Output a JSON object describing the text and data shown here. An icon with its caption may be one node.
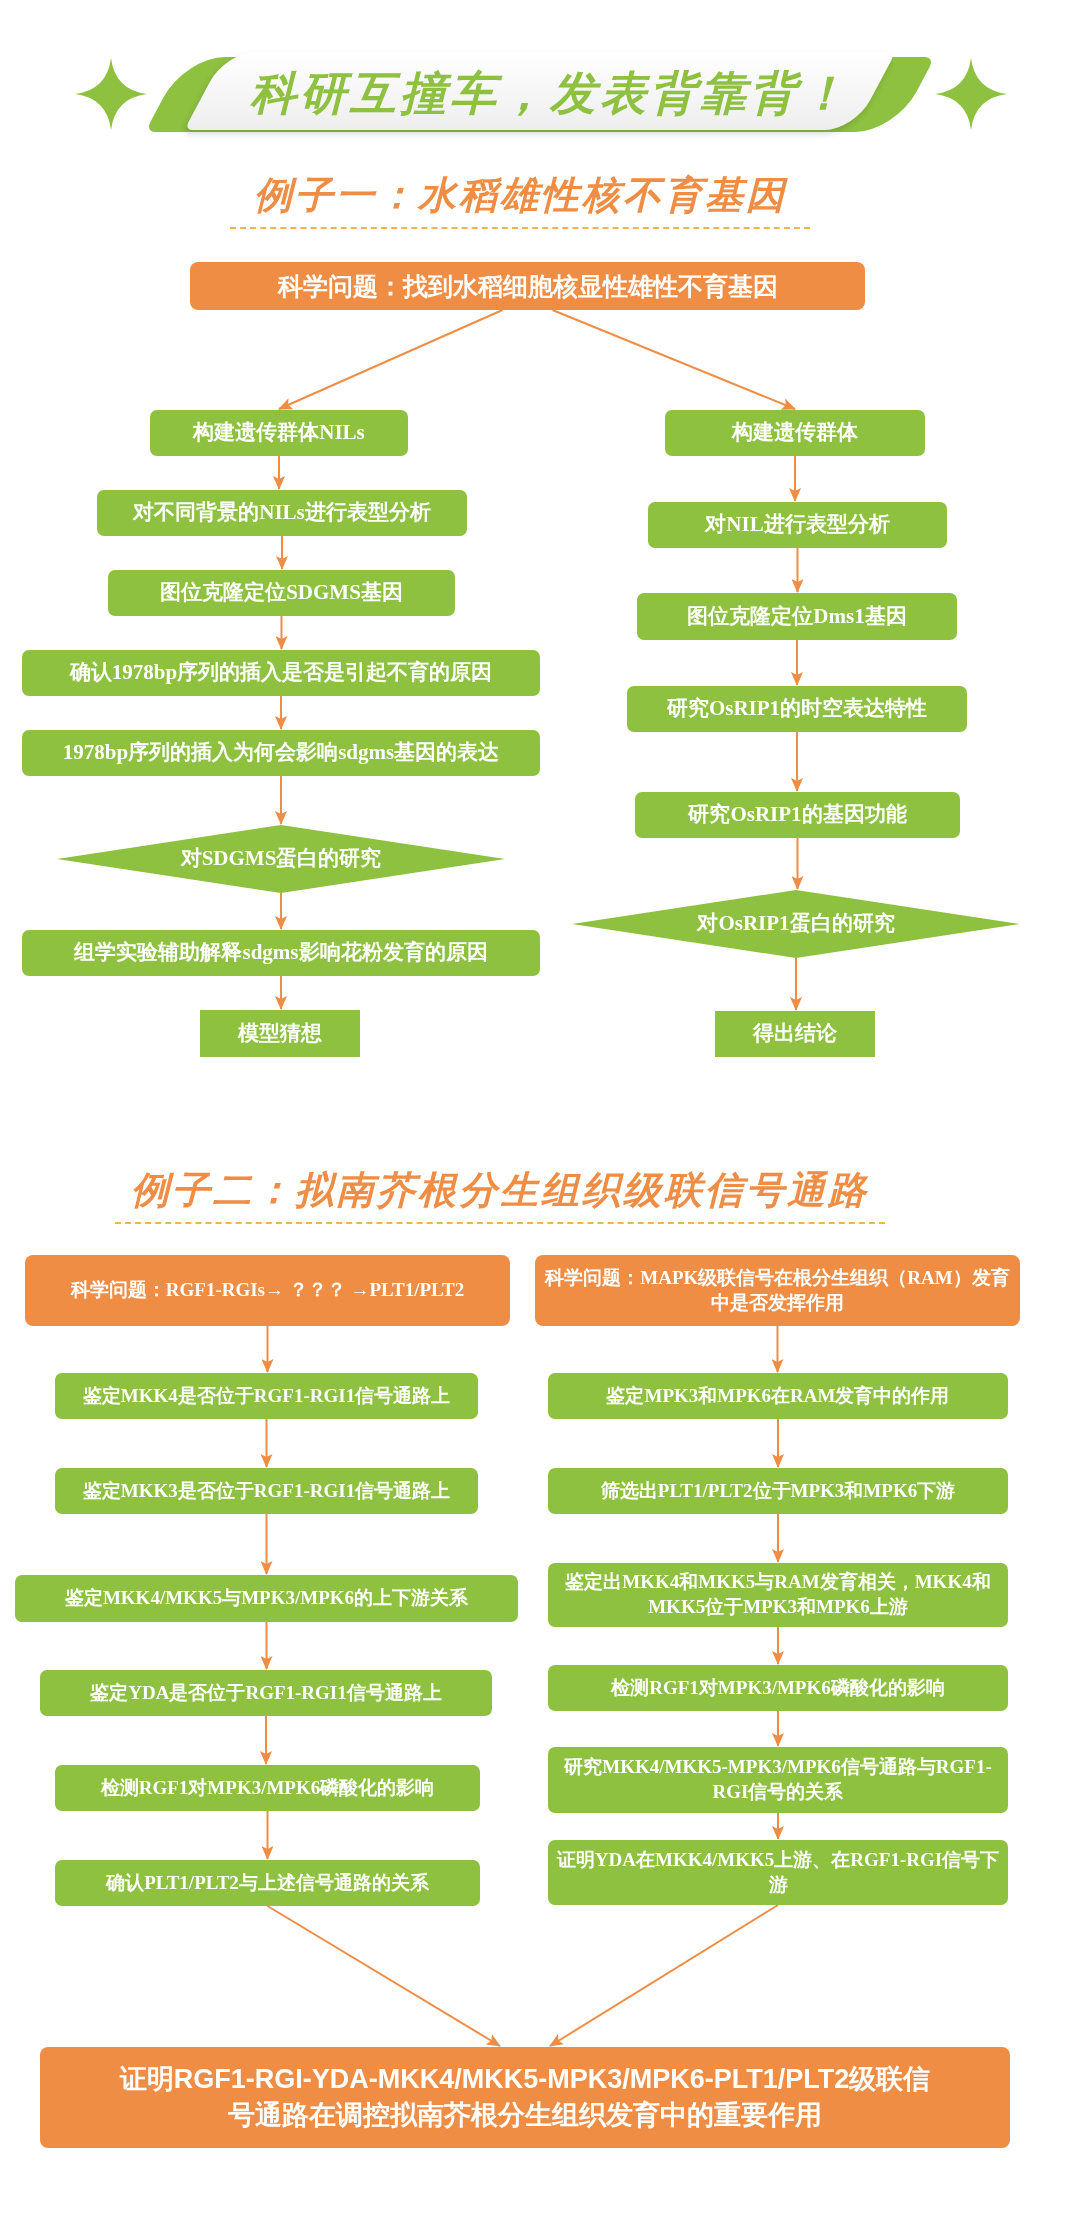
{
  "diagram": {
    "title": "科研互撞车，发表背靠背！",
    "nodes": [
      {
        "text": [
          "科学问题：找到水稻细胞核显性雄性不育基因"
        ]
      },
      {
        "text": [
          "构建遗传群体NILs"
        ]
      },
      {
        "text": [
          "对不同背景的NILs进行表型分析"
        ]
      },
      {
        "text": [
          "图位克隆定位SDGMS基因"
        ]
      },
      {
        "text": [
          "确认1978bp序列的插入是否是引起不育的原因"
        ]
      },
      {
        "text": [
          "1978bp序列的插入为何会影响sdgms基因的表达"
        ]
      },
      {
        "text": [
          "对SDGMS蛋白的研究"
        ]
      },
      {
        "text": [
          "组学实验辅助解释sdgms影响花粉发育的原因"
        ]
      },
      {
        "text": [
          "模型猜想"
        ]
      },
      {
        "text": [
          "构建遗传群体"
        ]
      },
      {
        "text": [
          "对NIL进行表型分析"
        ]
      },
      {
        "text": [
          "图位克隆定位Dms1基因"
        ]
      },
      {
        "text": [
          "研究OsRIP1的时空表达特性"
        ]
      },
      {
        "text": [
          "研究OsRIP1的基因功能"
        ]
      },
      {
        "text": [
          "对OsRIP1蛋白的研究"
        ]
      },
      {
        "text": [
          "得出结论"
        ]
      },
      {
        "text": [
          "科学问题：RGF1-RGIs→ ？？？ →PLT1/PLT2"
        ]
      },
      {
        "text": [
          "鉴定MKK4是否位于RGF1-RGI1信号通路上"
        ]
      },
      {
        "text": [
          "鉴定MKK3是否位于RGF1-RGI1信号通路上"
        ]
      },
      {
        "text": [
          "鉴定MKK4/MKK5与MPK3/MPK6的上下游关系"
        ]
      },
      {
        "text": [
          "鉴定YDA是否位于RGF1-RGI1信号通路上"
        ]
      },
      {
        "text": [
          "检测RGF1对MPK3/MPK6磷酸化的影响"
        ]
      },
      {
        "text": [
          "确认PLT1/PLT2与上述信号通路的关系"
        ]
      },
      {
        "text": [
          "科学问题：MAPK级联信号在根分生组织（RAM）发育中是否发挥作用"
        ]
      },
      {
        "text": [
          "鉴定MPK3和MPK6在RAM发育中的作用"
        ]
      },
      {
        "text": [
          "筛选出PLT1/PLT2位于MPK3和MPK6下游"
        ]
      },
      {
        "text": [
          "鉴定出MKK4和MKK5与RAM发育相关，MKK4和MKK5位于MPK3和MPK6上游"
        ]
      },
      {
        "text": [
          "检测RGF1对MPK3/MPK6磷酸化的影响"
        ]
      },
      {
        "text": [
          "研究MKK4/MKK5-MPK3/MPK6信号通路与RGF1-RGI信号的关系"
        ]
      },
      {
        "text": [
          "证明YDA在MKK4/MKK5上游、在RGF1-RGI信号下游"
        ]
      },
      {
        "text": [
          "证明RGF1-RGI-YDA-MKK4/MKK5-MPK3/MPK6-PLT1/PLT2级联信号通路在调控拟南芥根分生组织发育中的重要作用"
        ]
      }
    ],
    "edges": [
      {
        "from": 0,
        "to": 1,
        "arrow": "to"
      },
      {
        "from": 0,
        "to": 9,
        "arrow": "to"
      },
      {
        "from": 1,
        "to": 2,
        "arrow": "to"
      },
      {
        "from": 2,
        "to": 3,
        "arrow": "to"
      },
      {
        "from": 3,
        "to": 4,
        "arrow": "to"
      },
      {
        "from": 4,
        "to": 5,
        "arrow": "to"
      },
      {
        "from": 5,
        "to": 6,
        "arrow": "to"
      },
      {
        "from": 6,
        "to": 7,
        "arrow": "to"
      },
      {
        "from": 7,
        "to": 8,
        "arrow": "to"
      },
      {
        "from": 9,
        "to": 10,
        "arrow": "to"
      },
      {
        "from": 10,
        "to": 11,
        "arrow": "to"
      },
      {
        "from": 11,
        "to": 12,
        "arrow": "to"
      },
      {
        "from": 12,
        "to": 13,
        "arrow": "to"
      },
      {
        "from": 13,
        "to": 14,
        "arrow": "to"
      },
      {
        "from": 14,
        "to": 15,
        "arrow": "to"
      },
      {
        "from": 16,
        "to": 17,
        "arrow": "to"
      },
      {
        "from": 17,
        "to": 18,
        "arrow": "to"
      },
      {
        "from": 18,
        "to": 19,
        "arrow": "to"
      },
      {
        "from": 19,
        "to": 20,
        "arrow": "to"
      },
      {
        "from": 20,
        "to": 21,
        "arrow": "to"
      },
      {
        "from": 21,
        "to": 22,
        "arrow": "to"
      },
      {
        "from": 23,
        "to": 24,
        "arrow": "to"
      },
      {
        "from": 24,
        "to": 25,
        "arrow": "to"
      },
      {
        "from": 25,
        "to": 26,
        "arrow": "to"
      },
      {
        "from": 26,
        "to": 27,
        "arrow": "to"
      },
      {
        "from": 27,
        "to": 28,
        "arrow": "to"
      },
      {
        "from": 28,
        "to": 29,
        "arrow": "to"
      },
      {
        "from": 22,
        "to": 30,
        "arrow": "to"
      },
      {
        "from": 29,
        "to": 30,
        "arrow": "to"
      }
    ],
    "labels": [
      "例子一：水稻雄性核不育基因",
      "例子二：拟南芥根分生组织级联信号通路"
    ]
  }
}
